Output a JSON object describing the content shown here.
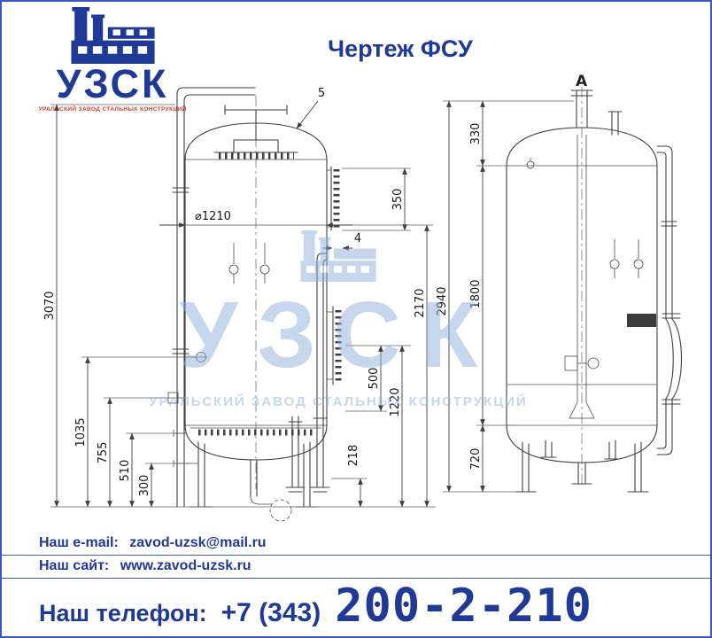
{
  "page": {
    "title": "Чертеж ФСУ"
  },
  "logo": {
    "name": "УЗСК",
    "tagline": "УРАЛЬСКИЙ ЗАВОД СТАЛЬНЫХ КОНСТРУКЦИЙ"
  },
  "watermark": {
    "text": "УЗСК",
    "tagline": "УРАЛЬСКИЙ ЗАВОД СТАЛЬНЫХ КОНСТРУКЦИЙ"
  },
  "drawing": {
    "left_dims": {
      "overall": "3070",
      "n1035": "1035",
      "n755": "755",
      "n510": "510",
      "n300": "300",
      "diameter": "⌀1210",
      "n5": "5",
      "n350": "350",
      "n4": "4",
      "n2170": "2170",
      "n500": "500",
      "n1220": "1220",
      "n218": "218"
    },
    "right_dims": {
      "overall": "2940",
      "n330": "330",
      "n1800": "1800",
      "n720": "720",
      "section": "А"
    }
  },
  "contacts": {
    "email_label": "Наш e-mail:",
    "email": "zavod-uzsk@mail.ru",
    "site_label": "Наш сайт:",
    "site": "www.zavod-uzsk.ru",
    "phone_label": "Наш телефон:",
    "phone_code": "+7 (343)",
    "phone_number": "200-2-210"
  }
}
